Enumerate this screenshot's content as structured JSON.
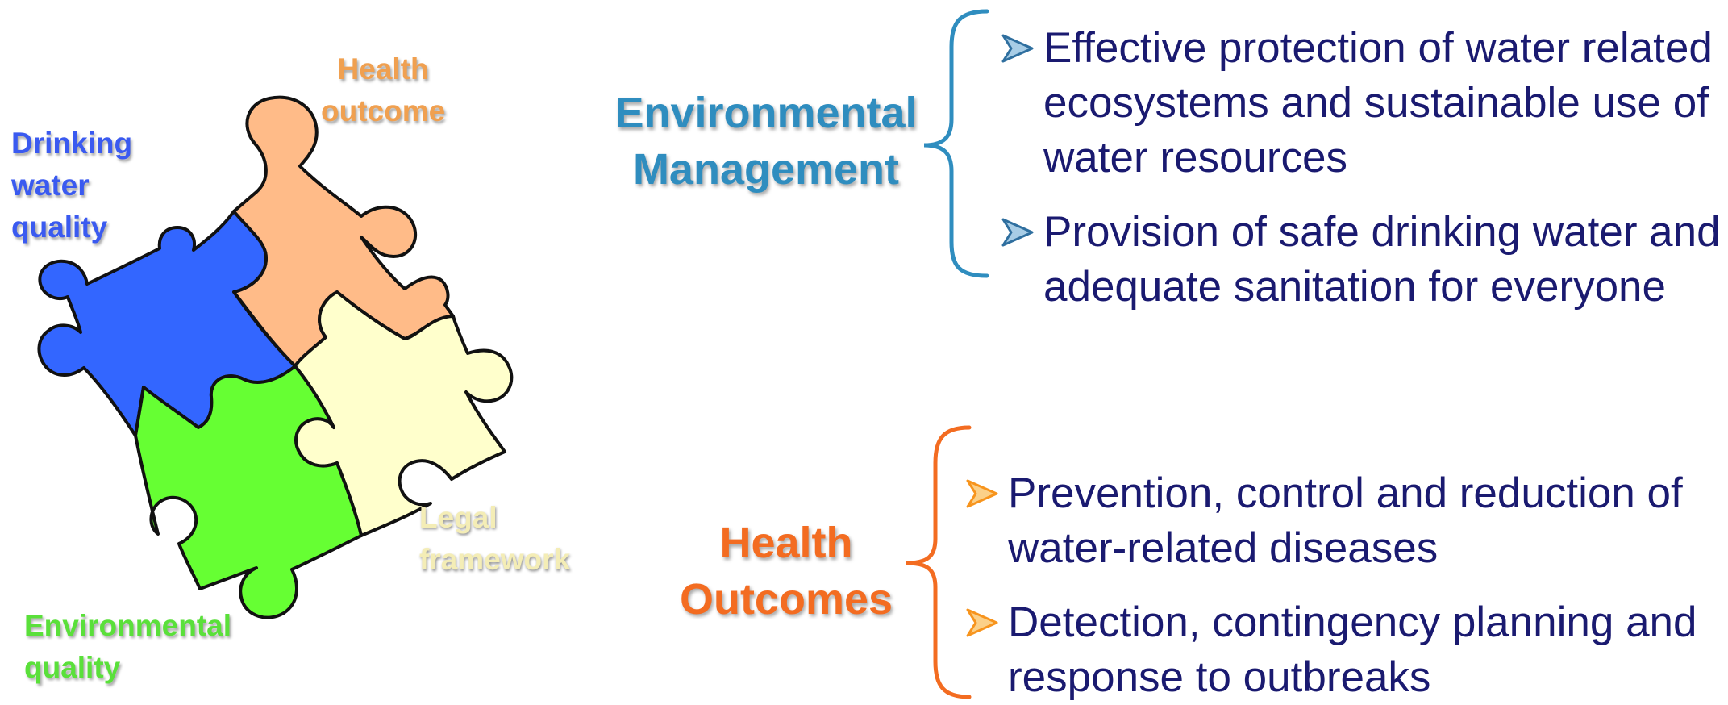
{
  "puzzle": {
    "labels": {
      "drinking_water": [
        "Drinking",
        "water",
        "quality"
      ],
      "health_outcome": [
        "Health",
        "outcome"
      ],
      "legal_framework": [
        "Legal",
        "framework"
      ],
      "environmental_quality": [
        "Environmental",
        "quality"
      ]
    },
    "colors": {
      "blue_piece": "#3366ff",
      "orange_piece": "#ffbb88",
      "cream_piece": "#ffffcc",
      "green_piece": "#66ff33",
      "outline": "#111111"
    }
  },
  "sections": {
    "environmental_management": {
      "heading": [
        "Environmental",
        "Management"
      ],
      "color": "#2f8dbf",
      "bullets": [
        [
          "Effective protection of water related",
          "ecosystems and sustainable use of",
          "water resources"
        ],
        [
          "Provision of safe drinking water and",
          "adequate sanitation for everyone"
        ]
      ]
    },
    "health_outcomes": {
      "heading": [
        "Health",
        "Outcomes"
      ],
      "color": "#f36c21",
      "bullets": [
        [
          "Prevention, control and reduction of",
          "water-related diseases"
        ],
        [
          "Detection, contingency planning and",
          "response to outbreaks"
        ]
      ]
    }
  },
  "bullet_colors": {
    "env_arrow": "#2f8dbf",
    "health_arrow": "#f7941d",
    "text": "#1a1a70"
  }
}
